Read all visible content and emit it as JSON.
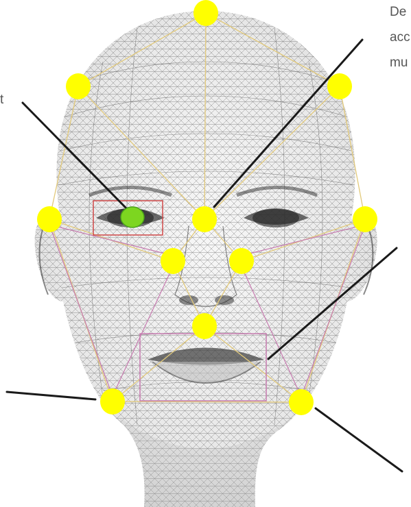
{
  "labels": {
    "left_fragment": "t",
    "right_line1": "De",
    "right_line2": "acc",
    "right_line3": "mu"
  },
  "colors": {
    "background": "#ffffff",
    "landmark_point": "#ffff00",
    "eye_marker": "#7dd620",
    "pointer_line": "#1a1a1a",
    "outline_yellow": "#e2c97a",
    "outline_pink": "#c77bb0",
    "eye_box": "#d04848",
    "mesh": "#3c3c3c",
    "label_text": "#555555"
  }
}
